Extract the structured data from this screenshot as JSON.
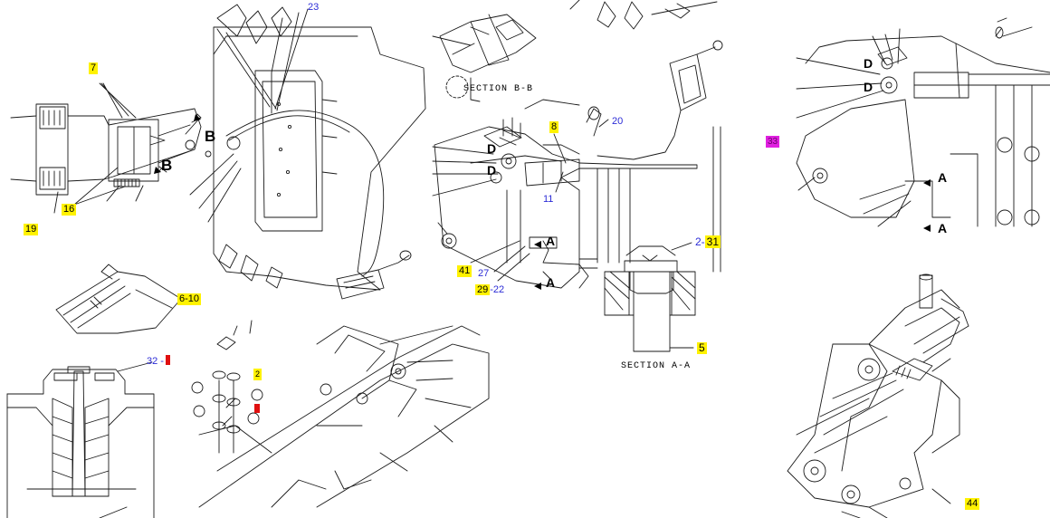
{
  "callouts": {
    "c7": "7",
    "c16": "16",
    "c19": "19",
    "c23": "23",
    "c610": "6-10",
    "c32": "32 -",
    "c8": "8",
    "c20": "20",
    "c11": "11",
    "c41": "41",
    "c27": "27",
    "c29": "29",
    "c22": "-22",
    "c231a": "2-",
    "c231b": "31",
    "c5": "5",
    "c2": "2",
    "c33": "33",
    "c44": "44"
  },
  "section_marks": {
    "b_top": "B",
    "b_bottom": "B",
    "d1": "D",
    "d2": "D",
    "d3": "D",
    "d4": "D",
    "a1": "A",
    "a2": "A",
    "a3": "A",
    "a4": "A"
  },
  "section_titles": {
    "bb": "SECTION  B-B",
    "aa": "SECTION  A-A"
  },
  "colors": {
    "line": "#1a1a1a",
    "highlight": "#fff200",
    "magenta": "#e020e0",
    "blue_text": "#2b2bd6",
    "red_marker": "#e01010"
  }
}
